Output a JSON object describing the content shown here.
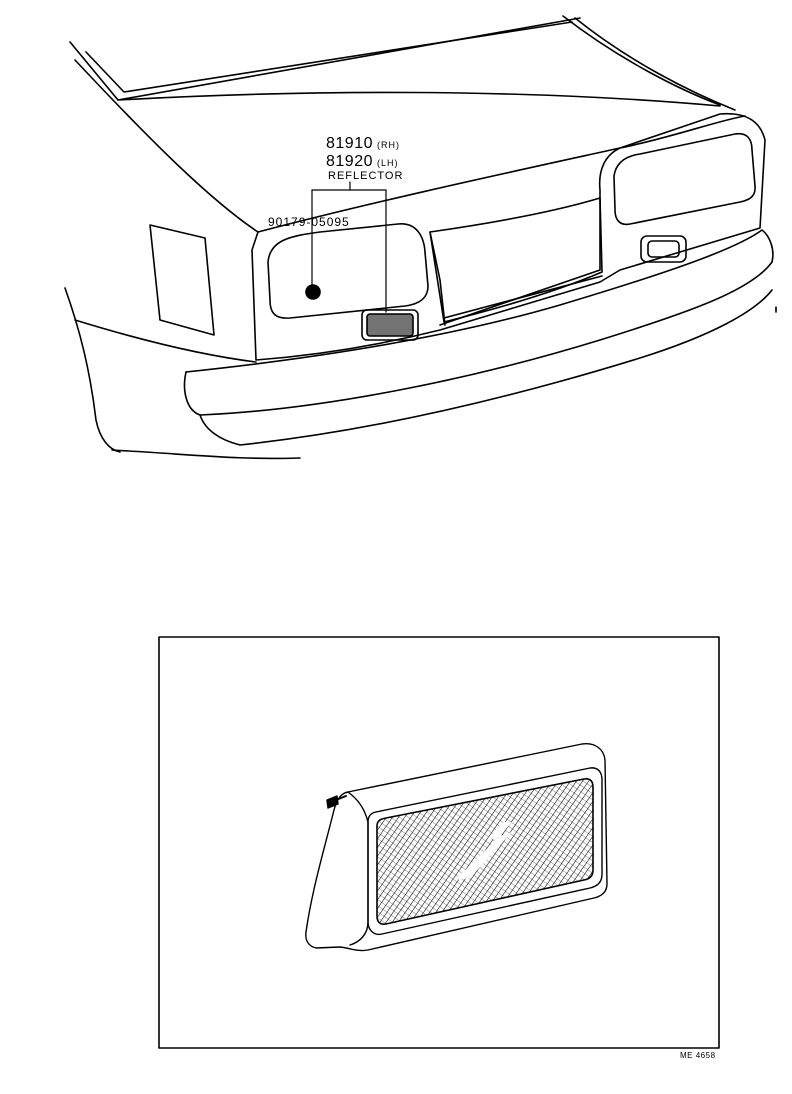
{
  "callouts": {
    "part_rh": {
      "number": "81910",
      "side": "(RH)"
    },
    "part_lh": {
      "number": "81920",
      "side": "(LH)"
    },
    "part_name": "REFLECTOR",
    "screw": "90179-05095"
  },
  "figure_code": "ME 4658",
  "colors": {
    "ink": "#000000",
    "paper": "#ffffff"
  }
}
